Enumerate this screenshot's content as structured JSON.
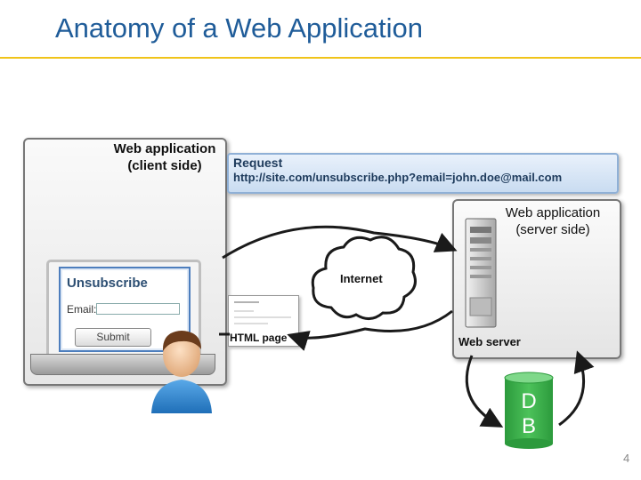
{
  "title": "Anatomy of a Web Application",
  "client": {
    "title_line1": "Web application",
    "title_line2": "(client side)"
  },
  "form": {
    "title": "Unsubscribe",
    "email_label": "Email:",
    "submit_label": "Submit"
  },
  "request": {
    "label": "Request",
    "url": "http://site.com/unsubscribe.php?email=john.doe@mail.com"
  },
  "internet": {
    "label": "Internet"
  },
  "html_page": {
    "label": "HTML page"
  },
  "server": {
    "title_line1": "Web application",
    "title_line2": "(server side)",
    "web_server_label": "Web server"
  },
  "database": {
    "line1": "D",
    "line2": "B"
  },
  "page_number": "4",
  "colors": {
    "title": "#1f5c99",
    "rule": "#f0c419",
    "db": "#37b34a"
  }
}
